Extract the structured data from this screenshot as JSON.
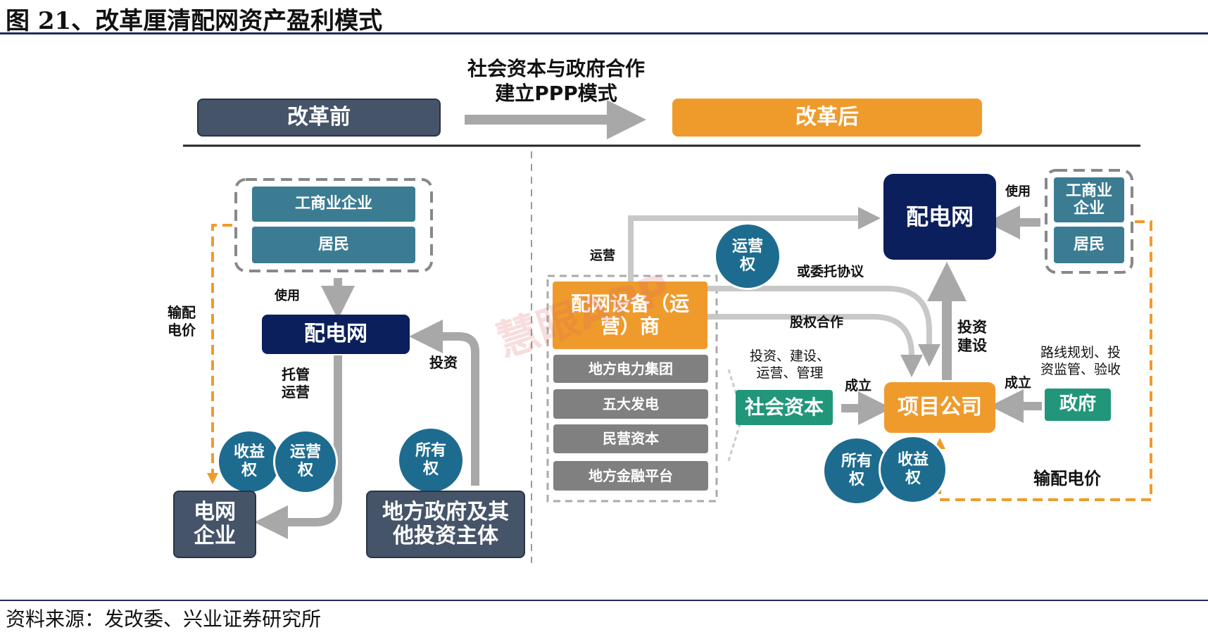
{
  "figure": {
    "title": "图 21、改革厘清配网资产盈利模式",
    "source": "资料来源：发改委、兴业证券研究所",
    "watermark": "慧眼APP"
  },
  "header": {
    "before": "改革前",
    "after": "改革后",
    "transition_line1": "社会资本与政府合作",
    "transition_line2": "建立PPP模式"
  },
  "before": {
    "users": [
      "工商业企业",
      "居民"
    ],
    "use_label": "使用",
    "grid": "配电网",
    "left_label": "输配\n电价",
    "manage_label": "托管\n运营",
    "invest_label": "投资",
    "circles": [
      "收益\n权",
      "运营\n权",
      "所有\n权"
    ],
    "grid_company": "电网\n企业",
    "local_gov": "地方政府及其\n他投资主体"
  },
  "after": {
    "grid": "配电网",
    "use_label": "使用",
    "users": [
      "工商业\n企业",
      "居民"
    ],
    "operate_label": "运营",
    "op_right_circle": "运营\n权",
    "entrust_label": "或委托协议",
    "equity_label": "股权合作",
    "invest_build_label": "投资\n建设",
    "equipment": "配网设备（运\n营）商",
    "equipment_list": [
      "地方电力集团",
      "五大发电",
      "民营资本",
      "地方金融平台"
    ],
    "social_duties": "投资、建设、\n运营、管理",
    "social_capital": "社会资本",
    "establish_label_1": "成立",
    "establish_label_2": "成立",
    "project_company": "项目公司",
    "gov_duties": "路线规划、投\n资监管、验收",
    "government": "政府",
    "circles": [
      "所有\n权",
      "收益\n权"
    ],
    "price_label": "输配电价"
  }
}
